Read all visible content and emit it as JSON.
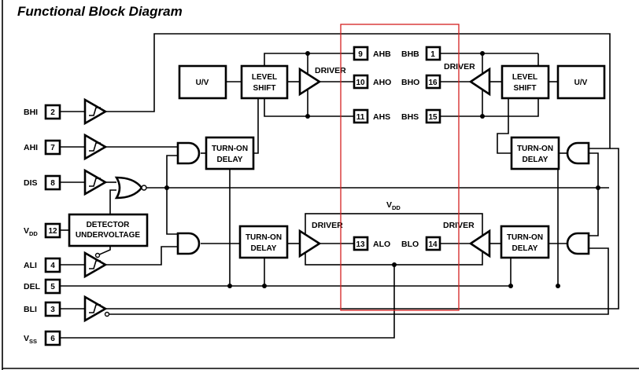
{
  "title": "Functional Block Diagram",
  "pins": {
    "bhi": {
      "name": "BHI",
      "num": "2"
    },
    "ahi": {
      "name": "AHI",
      "num": "7"
    },
    "dis": {
      "name": "DIS",
      "num": "8"
    },
    "vdd": {
      "name": "V",
      "sub": "DD",
      "num": "12"
    },
    "ali": {
      "name": "ALI",
      "num": "4"
    },
    "del": {
      "name": "DEL",
      "num": "5"
    },
    "bli": {
      "name": "BLI",
      "num": "3"
    },
    "vss": {
      "name": "V",
      "sub": "SS",
      "num": "6"
    },
    "ahb": {
      "name": "AHB",
      "num": "9"
    },
    "aho": {
      "name": "AHO",
      "num": "10"
    },
    "ahs": {
      "name": "AHS",
      "num": "11"
    },
    "bhb": {
      "name": "BHB",
      "num": "1"
    },
    "bho": {
      "name": "BHO",
      "num": "16"
    },
    "bhs": {
      "name": "BHS",
      "num": "15"
    },
    "alo": {
      "name": "ALO",
      "num": "13"
    },
    "blo": {
      "name": "BLO",
      "num": "14"
    }
  },
  "blocks": {
    "uv": "U/V",
    "level_shift": [
      "LEVEL",
      "SHIFT"
    ],
    "turn_on_delay": [
      "TURN-ON",
      "DELAY"
    ],
    "detector": [
      "DETECTOR",
      "UNDERVOLTAGE"
    ],
    "driver": "DRIVER",
    "vdd_rail": {
      "name": "V",
      "sub": "DD"
    }
  },
  "colors": {
    "highlight": "#d42020"
  }
}
